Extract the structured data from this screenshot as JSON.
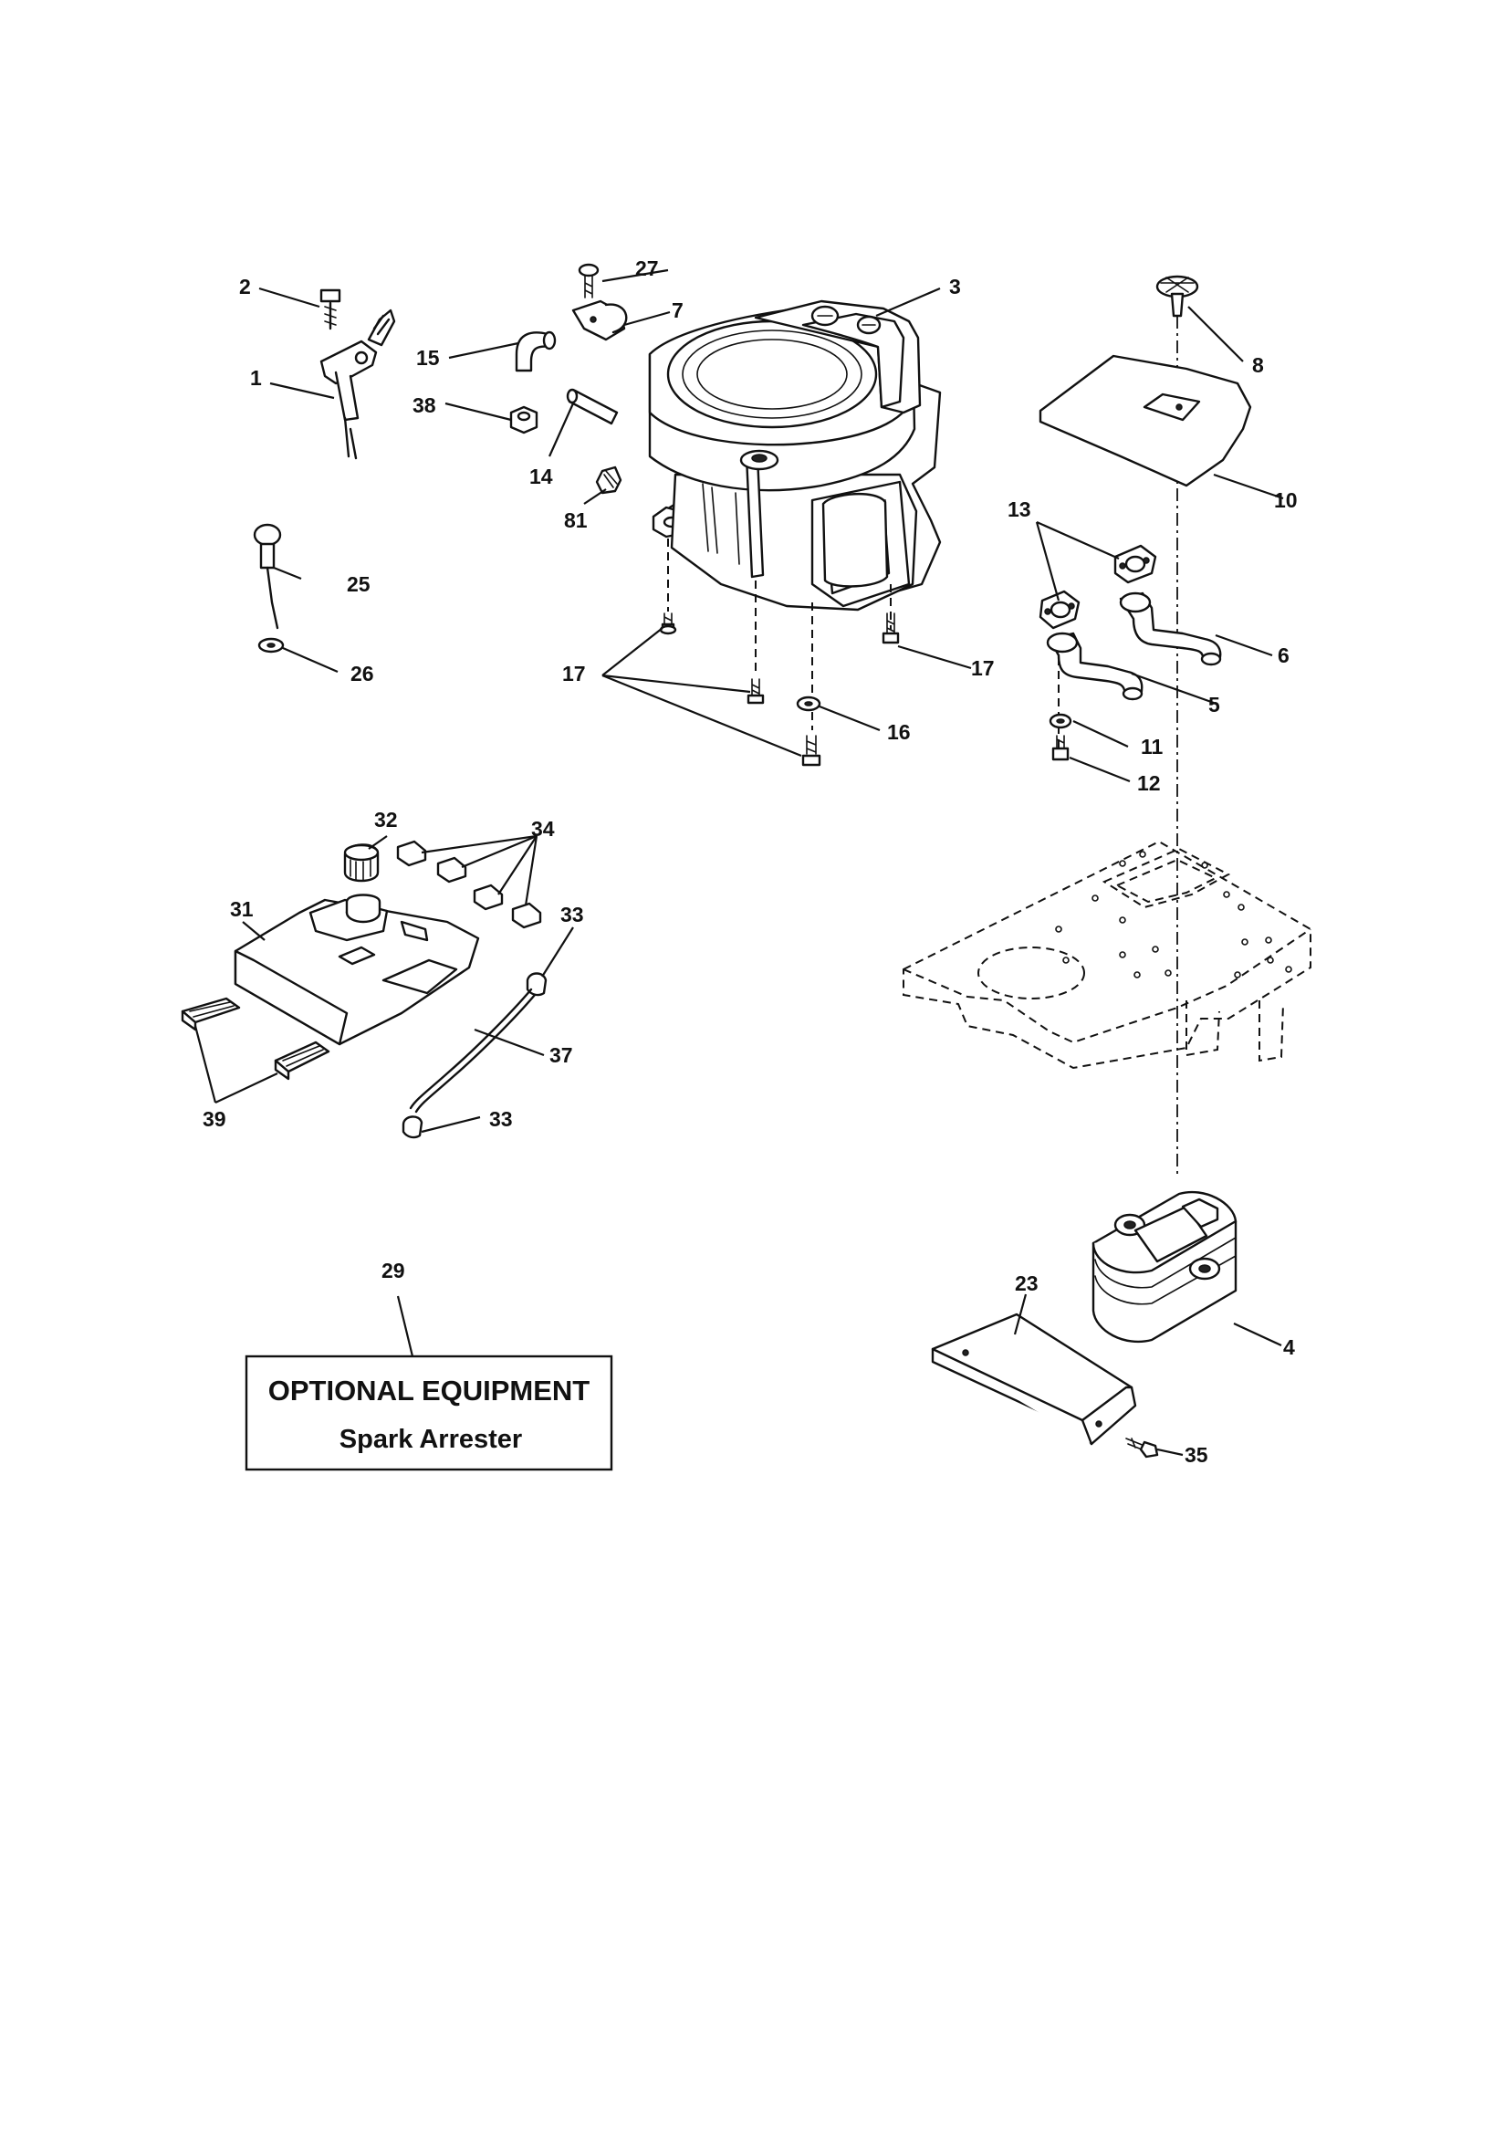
{
  "callouts": {
    "c1": "1",
    "c2": "2",
    "c3": "3",
    "c4": "4",
    "c5": "5",
    "c6": "6",
    "c7": "7",
    "c8": "8",
    "c10": "10",
    "c11": "11",
    "c12": "12",
    "c13": "13",
    "c14": "14",
    "c15": "15",
    "c16": "16",
    "c17a": "17",
    "c17b": "17",
    "c23": "23",
    "c25": "25",
    "c26": "26",
    "c27": "27",
    "c29": "29",
    "c31": "31",
    "c32": "32",
    "c33a": "33",
    "c33b": "33",
    "c34": "34",
    "c35": "35",
    "c37": "37",
    "c38": "38",
    "c39": "39",
    "c81": "81"
  },
  "optional_box": {
    "title": "OPTIONAL EQUIPMENT",
    "item": "Spark Arrester"
  }
}
